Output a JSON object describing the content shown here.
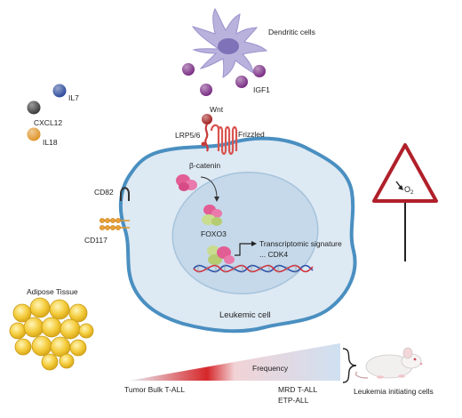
{
  "labels": {
    "dendritic_cells": "Dendritic cells",
    "igf1": "IGF1",
    "il7": "IL7",
    "cxcl12": "CXCL12",
    "il18": "IL18",
    "wnt": "Wnt",
    "lrp": "LRP5/6",
    "frizzled": "Frizzled",
    "beta_catenin": "β-catenin",
    "cd82": "CD82",
    "cd117": "CD117",
    "foxo3": "FOXO3",
    "transcriptomic": "Transcriptomic signature",
    "cdk4": "... CDK4",
    "leukemic_cell": "Leukemic cell",
    "o2": "O",
    "o2_sub": "2",
    "adipose": "Adipose Tissue",
    "frequency": "Frequency",
    "tumor_bulk": "Tumor Bulk T-ALL",
    "mrd": "MRD T-ALL",
    "etp": "ETP-ALL",
    "lic": "Leukemia initiating cells"
  },
  "colors": {
    "cell_membrane": "#4a8fc1",
    "cell_fill": "#dde9f3",
    "nucleus_fill": "#c5d9ea",
    "dendritic": "#b9b2dd",
    "igf1_ball": "#7a2d84",
    "il7_ball": "#2e4c9c",
    "cxcl12_ball": "#3a3a3a",
    "il18_ball": "#e0952a",
    "receptor": "#d9534f",
    "wnt_ball": "#a32020",
    "beta_catenin": "#e25d94",
    "foxo3_green": "#c9dc8f",
    "warning_red": "#b0202a",
    "adipose": "#f2c230",
    "gradient_red": "#d6272a",
    "gradient_blue": "#cfe0f1"
  }
}
